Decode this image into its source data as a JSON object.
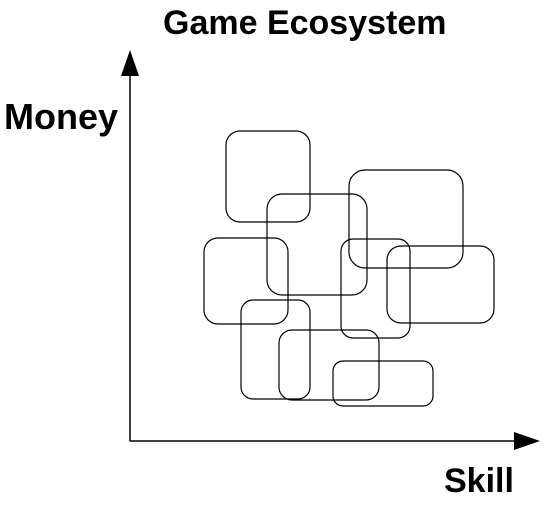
{
  "title": "Game Ecosystem",
  "axes": {
    "y_label": "Money",
    "x_label": "Skill"
  },
  "colors": {
    "stroke": "#000000",
    "background": "#ffffff"
  }
}
